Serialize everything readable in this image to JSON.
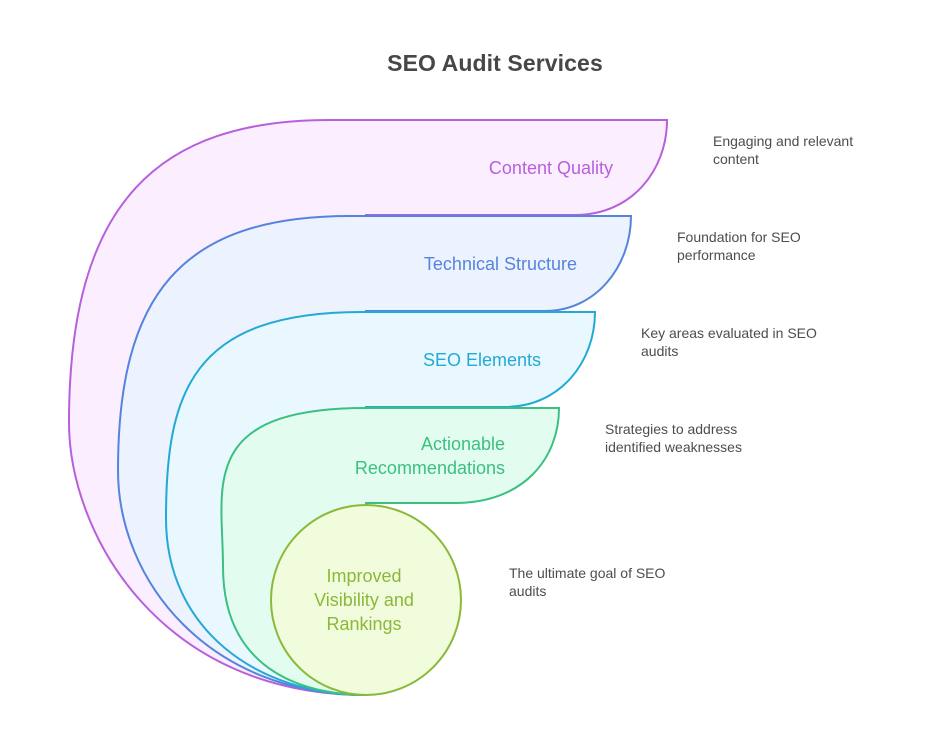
{
  "title": "SEO Audit Services",
  "layers": [
    {
      "label": [
        "Content Quality"
      ],
      "description": "Engaging and relevant\ncontent",
      "stroke": "#b85fdc",
      "fill": "#fbefff",
      "text_color": "#b85fdc"
    },
    {
      "label": [
        "Technical Structure"
      ],
      "description": "Foundation for SEO\nperformance",
      "stroke": "#5584de",
      "fill": "#ecf2fe",
      "text_color": "#5584de"
    },
    {
      "label": [
        "SEO Elements"
      ],
      "description": "Key areas evaluated in SEO\naudits",
      "stroke": "#23a9d6",
      "fill": "#e8f8fe",
      "text_color": "#23a9d6"
    },
    {
      "label": [
        "Actionable",
        "Recommendations"
      ],
      "description": "Strategies to address\nidentified weaknesses",
      "stroke": "#3bc081",
      "fill": "#e3fcf0",
      "text_color": "#3bc081"
    },
    {
      "label": [
        "Improved",
        "Visibility and",
        "Rankings"
      ],
      "description": "The ultimate goal of SEO\naudits",
      "stroke": "#8ab93a",
      "fill": "#f1fcdc",
      "text_color": "#8ab93a"
    }
  ]
}
